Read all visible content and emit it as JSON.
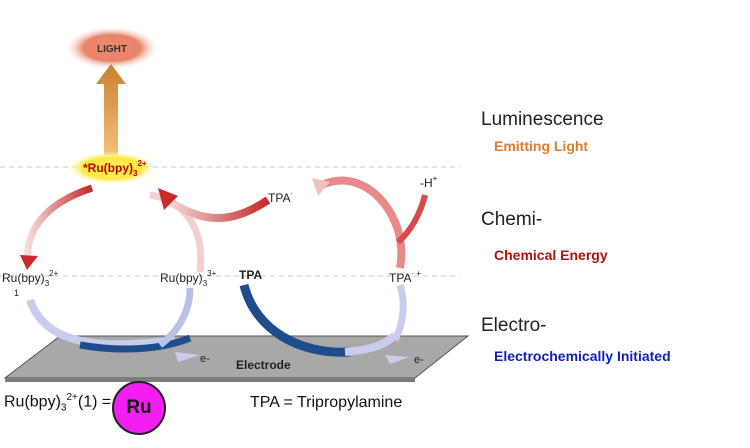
{
  "diagram": {
    "light_label": "LIGHT",
    "excited_state": "*Ru(bpy)",
    "excited_state_sub": "3",
    "excited_state_sup": "2+",
    "ru2_label": "Ru(bpy)",
    "ru2_sub": "3",
    "ru2_sup": "2+",
    "ru2_index": "1",
    "ru3_label": "Ru(bpy)",
    "ru3_sub": "3",
    "ru3_sup": "3+",
    "tpa_radical": "TPA",
    "tpa_radical_sup": "·",
    "minus_h": "-H",
    "minus_h_sup": "+",
    "tpa": "TPA",
    "tpa_cation": "TPA",
    "tpa_cation_sup": "· +",
    "electrode": "Electrode",
    "electron_left": "e-",
    "electron_right": "e-"
  },
  "stages": [
    {
      "title": "Luminescence",
      "subtitle": "Emitting Light",
      "color": "#e07b2e"
    },
    {
      "title": "Chemi-",
      "subtitle": "Chemical Energy",
      "color": "#b01010"
    },
    {
      "title": "Electro-",
      "subtitle": "Electrochemically Initiated",
      "color": "#1020c0"
    }
  ],
  "legend": {
    "ru_formula": "Ru(bpy)",
    "ru_sub": "3",
    "ru_sup": "2+",
    "ru_suffix": "(1) =",
    "ru_symbol": "Ru",
    "tpa_definition": "TPA = Tripropylamine"
  }
}
